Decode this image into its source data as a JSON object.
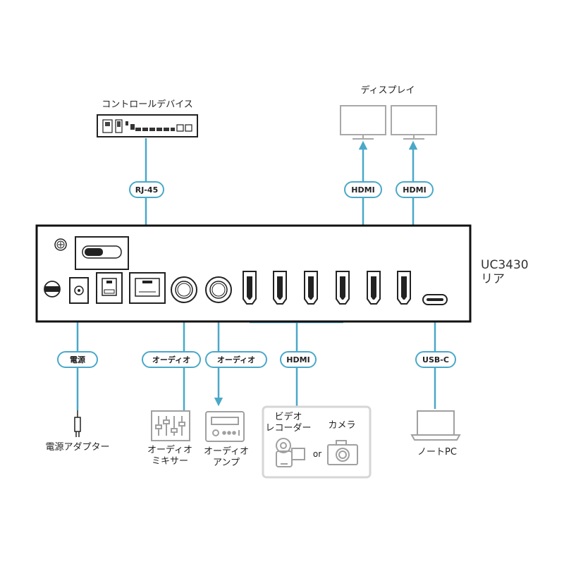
{
  "device": {
    "model": "UC3430",
    "side": "リア"
  },
  "control_device": {
    "label": "コントロールデバイス"
  },
  "displays": {
    "label": "ディスプレイ"
  },
  "cables": {
    "rj45": "RJ-45",
    "hdmi_display_1": "HDMI",
    "hdmi_display_2": "HDMI",
    "power": "電源",
    "audio_in": "オーディオ",
    "audio_out": "オーディオ",
    "hdmi_inputs": "HDMI",
    "usbc": "USB-C"
  },
  "peripherals": {
    "power_adapter": "電源アダプター",
    "audio_mixer_1": "オーディオ",
    "audio_mixer_2": "ミキサー",
    "audio_amp_1": "オーディオ",
    "audio_amp_2": "アンプ",
    "video_recorder_1": "ビデオ",
    "video_recorder_2": "レコーダー",
    "camera": "カメラ",
    "or": "or",
    "laptop": "ノートPC"
  },
  "colors": {
    "accent": "#4aa8c9",
    "outline": "#222222",
    "gray": "#b0b0b0"
  }
}
